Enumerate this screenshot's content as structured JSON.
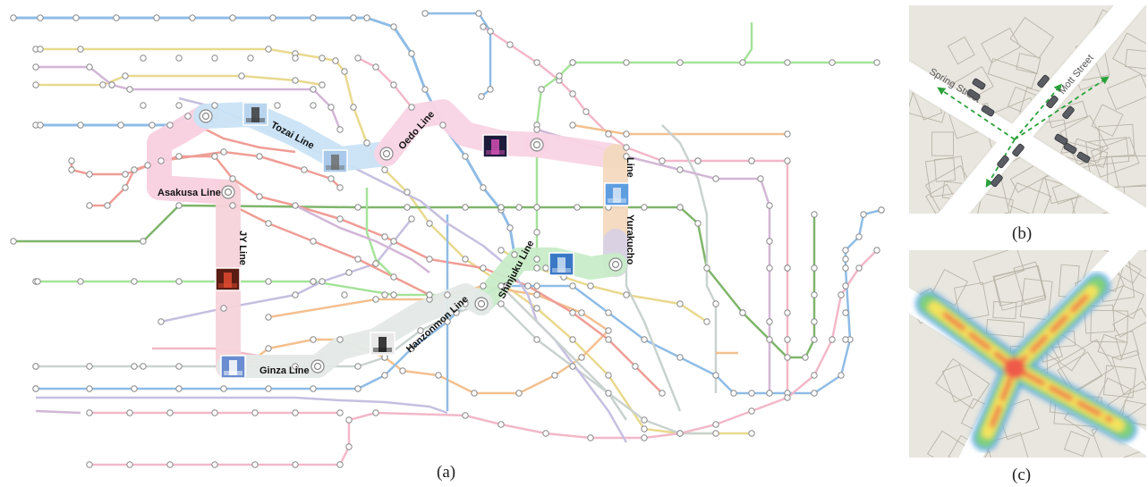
{
  "captions": {
    "a": "(a)",
    "b": "(b)",
    "c": "(c)"
  },
  "route_labels": {
    "tozai": "Tozai Line",
    "oedo": "Oedo Line",
    "asakusa": "Asakusa Line",
    "jy": "JY Line",
    "line": "Line",
    "yurakucho": "Yurakucho",
    "shinjuku": "Shinjuku Line",
    "hanzomon": "Hanzonmon Line",
    "ginza": "Ginza Line"
  },
  "street_labels": {
    "spring": "Spring Street",
    "mott": "Mott Street"
  },
  "colors": {
    "blue": "#8fbce6",
    "yellow": "#e9d98e",
    "pink": "#f2b8c8",
    "purple": "#d2b6d6",
    "green": "#a6e39a",
    "darkgreen": "#7fb56a",
    "orange": "#f3c08f",
    "red": "#ef9d96",
    "grey": "#c9d2cf",
    "lavender": "#c6bfe0"
  },
  "route_colors": {
    "tozai": "#c9e3f6",
    "oedo": "#f9d4e4",
    "asakusa": "#f9d0e0",
    "jy": "#f7d3da",
    "yurakucho": "#f3d9bf",
    "yurakucho_end": "#d8d2e4",
    "shinjuku": "#c8ecc8",
    "hanzomon": "#dde6e2",
    "ginza": "#e4e9e7"
  }
}
